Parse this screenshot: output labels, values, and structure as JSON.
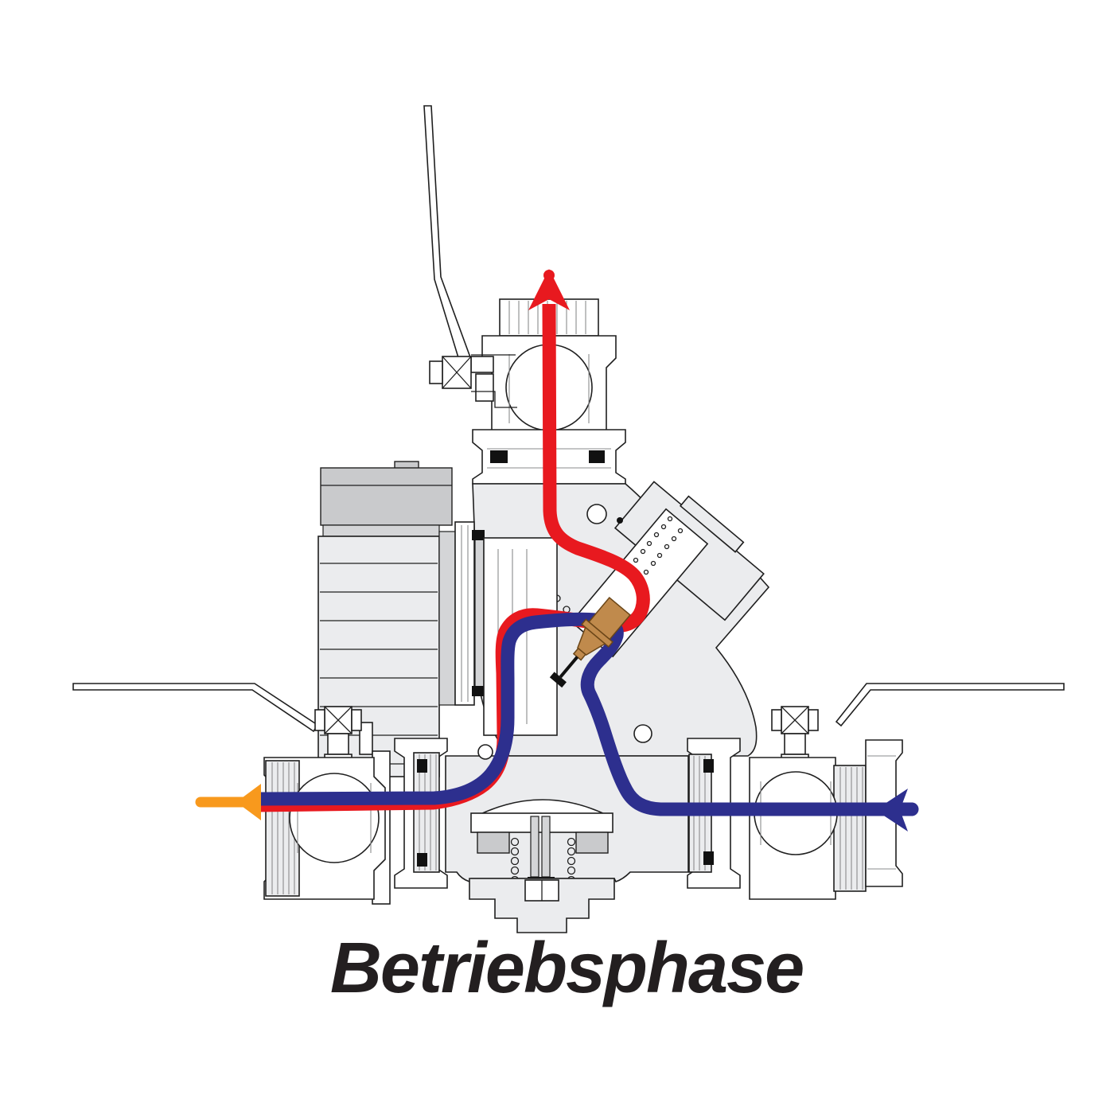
{
  "title": {
    "text": "Betriebsphase"
  },
  "colors": {
    "hot_flow": "#e8191f",
    "return_flow": "#2d2f8e",
    "outlet_flow": "#f8991d",
    "cartridge": "#c08a4c",
    "cartridge_outline": "#6b4618",
    "body_fill": "#ebecee",
    "body_fill_mid": "#c9cacc",
    "body_fill_dark": "#d4d5d7",
    "outline": "#1f1f1f",
    "hatch": "#8a8b8d",
    "seal": "#111111",
    "title_color": "#231f20",
    "background": "#ffffff"
  },
  "arrows": [
    {
      "name": "hot-supply-arrow",
      "color": "#e8191f",
      "direction": "up"
    },
    {
      "name": "system-return-arrow",
      "color": "#2d2f8e",
      "direction": "left"
    },
    {
      "name": "boiler-outlet-arrow",
      "color": "#f8991d",
      "direction": "left"
    }
  ],
  "components": {
    "top_valve": "ball-valve-top-port",
    "left_valve": "ball-valve-left-port",
    "right_valve": "ball-valve-right-port",
    "pump": "circulation-pump",
    "cartridge": "thermostatic-cartridge",
    "check_valve": "spring-check-valve"
  }
}
